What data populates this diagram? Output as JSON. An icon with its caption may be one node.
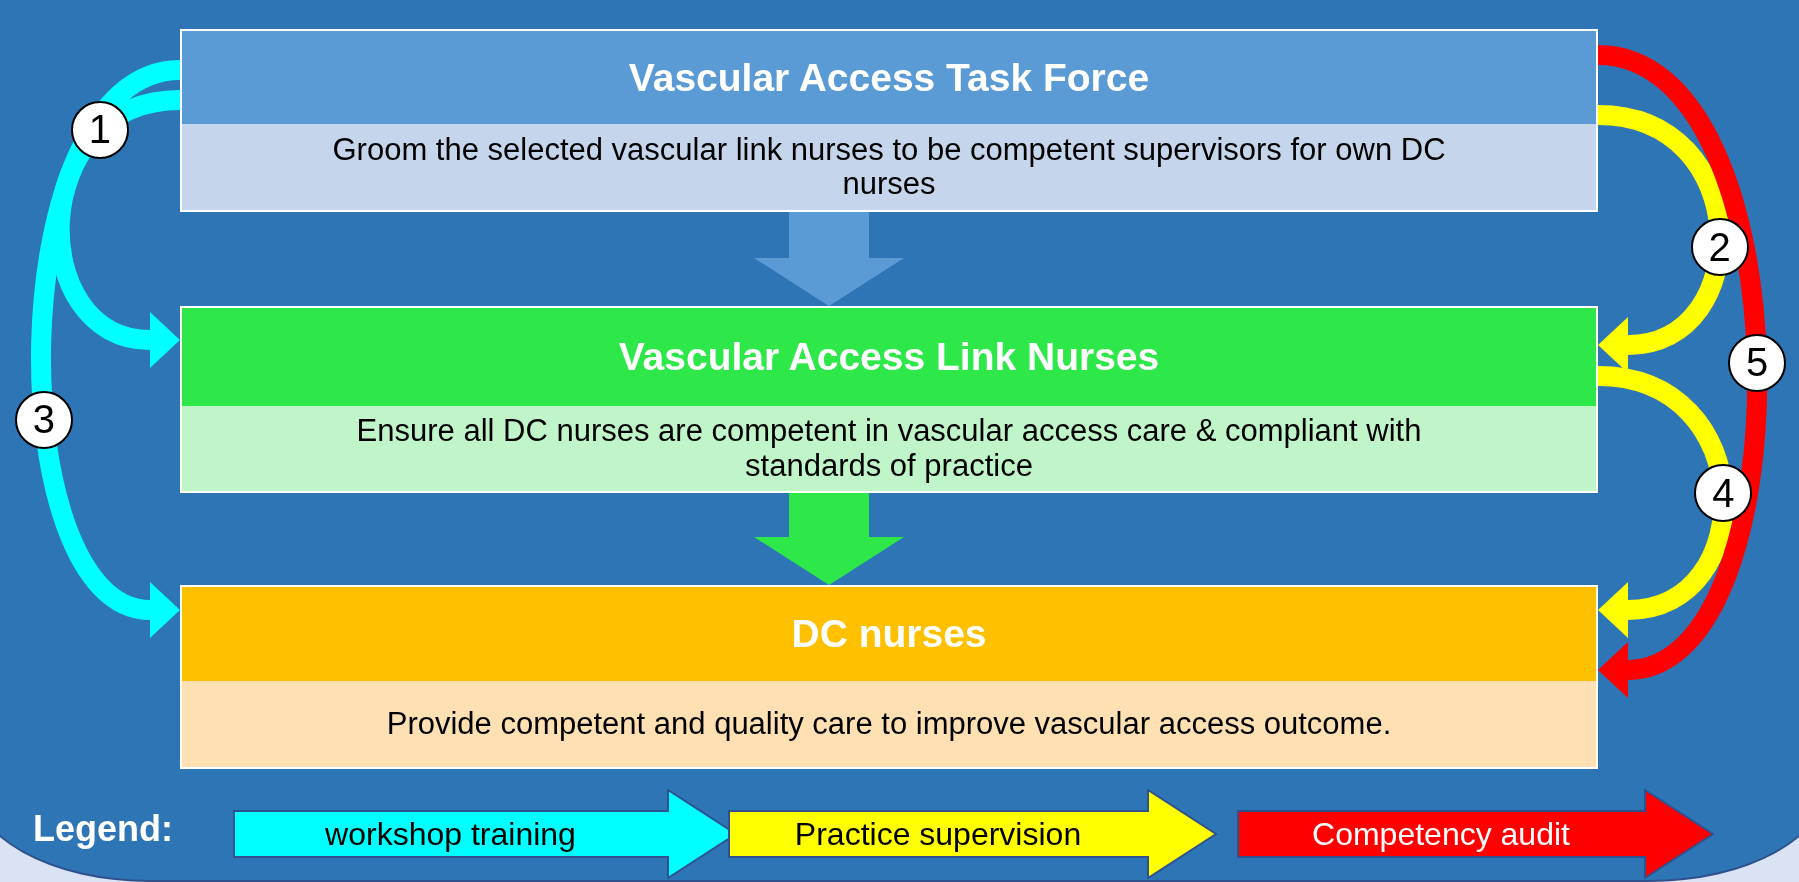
{
  "diagram": {
    "nodes": [
      {
        "text": [
          "Vascular Access Task Force",
          "Groom the selected vascular link nurses to be competent supervisors for own DC nurses"
        ]
      },
      {
        "text": [
          "Vascular Access Link Nurses",
          "Ensure all DC nurses are competent in vascular access care & compliant with standards of practice"
        ]
      },
      {
        "text": [
          "DC nurses",
          "Provide competent and quality care to improve vascular access outcome."
        ]
      }
    ],
    "edges": [
      {
        "from": 0,
        "to": 1,
        "arrow": "to",
        "style": "thick",
        "color": "#5b9bd5"
      },
      {
        "from": 1,
        "to": 2,
        "arrow": "to",
        "style": "thick",
        "color": "#2ee84a"
      },
      {
        "from": 0,
        "to": 1,
        "arrow": "to",
        "label": "1",
        "color": "#00ffff"
      },
      {
        "from": 0,
        "to": 2,
        "arrow": "to",
        "label": "3",
        "color": "#00ffff"
      },
      {
        "from": 0,
        "to": 1,
        "arrow": "to",
        "label": "2",
        "color": "#ffff00"
      },
      {
        "from": 1,
        "to": 2,
        "arrow": "to",
        "label": "4",
        "color": "#ffff00"
      },
      {
        "from": 0,
        "to": 2,
        "arrow": "to",
        "label": "5",
        "color": "#ff0000"
      }
    ],
    "labels": [
      "Legend:"
    ],
    "legend": [
      {
        "text": "workshop training",
        "color": "#00ffff"
      },
      {
        "text": "Practice supervision",
        "color": "#ffff00"
      },
      {
        "text": "Competency audit",
        "color": "#ff0000"
      }
    ]
  }
}
